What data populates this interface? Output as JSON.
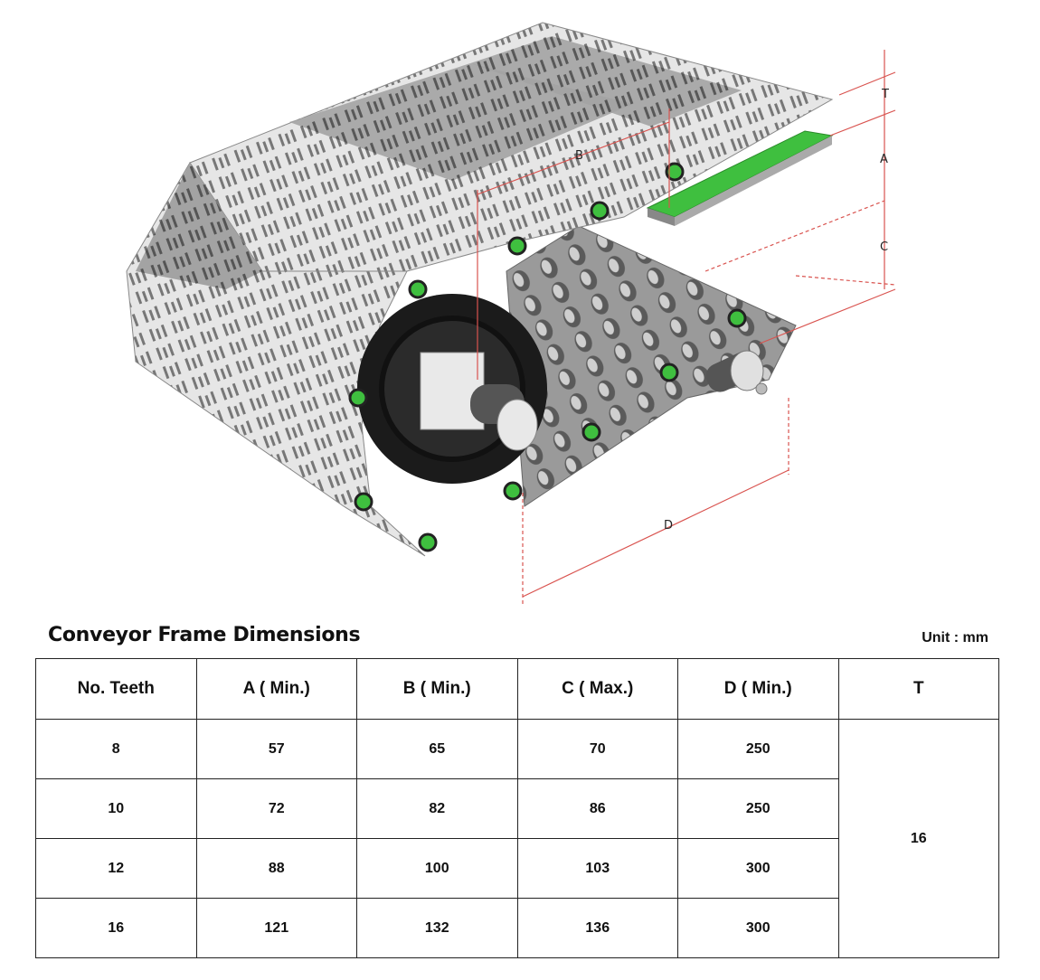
{
  "figure": {
    "labels": {
      "t": "T",
      "a": "A",
      "b": "B",
      "c": "C",
      "d": "D"
    },
    "colors": {
      "belt": "#dcdcdc",
      "belt_dark": "#8f8f8f",
      "sprocket": "#1b1b1b",
      "wear_strip": "#3fbf3f",
      "dim_line": "#d9534f"
    }
  },
  "section": {
    "title": "Conveyor Frame Dimensions",
    "unit": "Unit : mm"
  },
  "table": {
    "headers": [
      "No. Teeth",
      "A ( Min.)",
      "B ( Min.)",
      "C ( Max.)",
      "D ( Min.)",
      "T"
    ],
    "rows": [
      [
        "8",
        "57",
        "65",
        "70",
        "250"
      ],
      [
        "10",
        "72",
        "82",
        "86",
        "250"
      ],
      [
        "12",
        "88",
        "100",
        "103",
        "300"
      ],
      [
        "16",
        "121",
        "132",
        "136",
        "300"
      ]
    ],
    "t_value": "16"
  }
}
